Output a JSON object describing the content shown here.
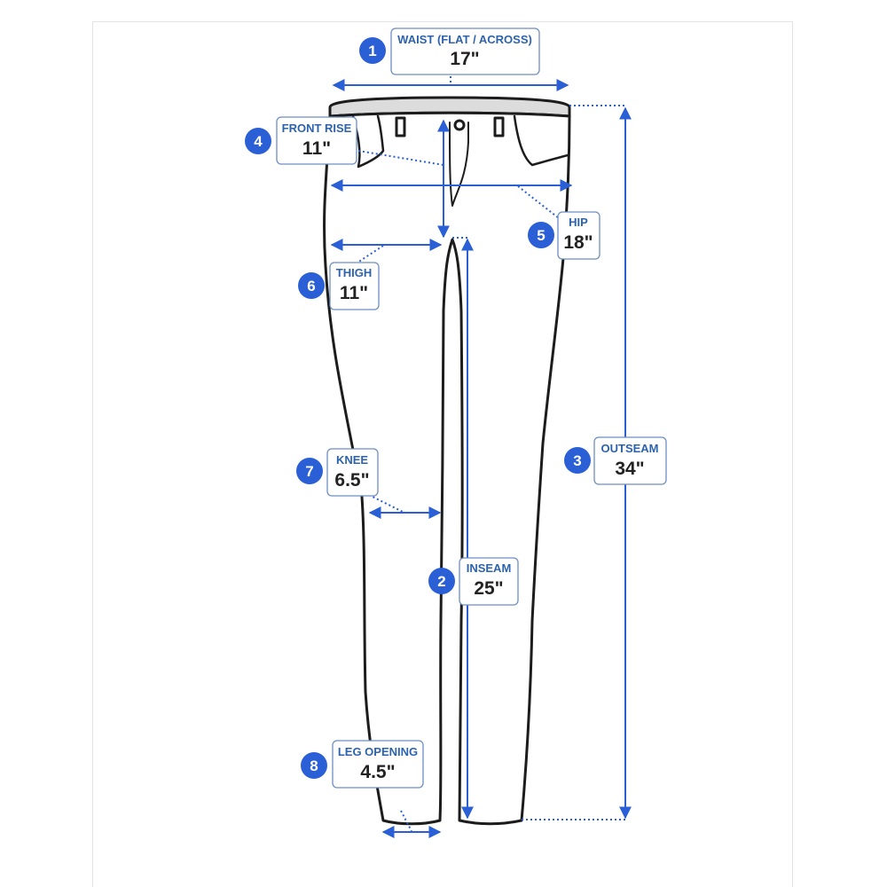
{
  "colors": {
    "accent": "#2a5fd6",
    "label_text": "#2d63ad",
    "value_text": "#222222",
    "outline": "#1c1c1c"
  },
  "measurements": [
    {
      "id": "waist",
      "number": "1",
      "label": "WAIST (FLAT / ACROSS)",
      "value": "17\""
    },
    {
      "id": "inseam",
      "number": "2",
      "label": "INSEAM",
      "value": "25\""
    },
    {
      "id": "outseam",
      "number": "3",
      "label": "OUTSEAM",
      "value": "34\""
    },
    {
      "id": "front-rise",
      "number": "4",
      "label": "FRONT RISE",
      "value": "11\""
    },
    {
      "id": "hip",
      "number": "5",
      "label": "HIP",
      "value": "18\""
    },
    {
      "id": "thigh",
      "number": "6",
      "label": "THIGH",
      "value": "11\""
    },
    {
      "id": "knee",
      "number": "7",
      "label": "KNEE",
      "value": "6.5\""
    },
    {
      "id": "leg-opening",
      "number": "8",
      "label": "LEG OPENING",
      "value": "4.5\""
    }
  ]
}
